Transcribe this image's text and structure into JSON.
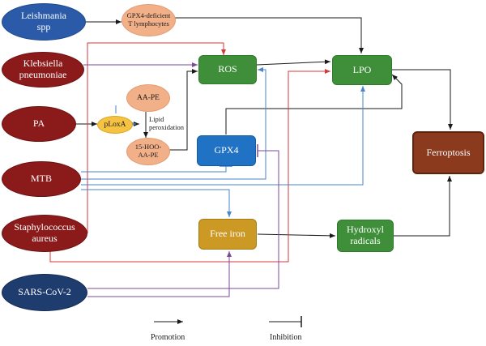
{
  "nodes": {
    "leishmania": "Leishmania spp",
    "klebsiella": "Klebsiella pneumoniae",
    "pa": "PA",
    "mtb": "MTB",
    "staph": "Staphylococcus aureus",
    "sars": "SARS-CoV-2",
    "gpx4_deficient": "GPX4-deficient T lymphocytes",
    "aape": "AA-PE",
    "hooaape": "15-HOO-AA-PE",
    "ploxa": "pLoxA",
    "ros": "ROS",
    "lpo": "LPO",
    "gpx4": "GPX4",
    "ferroptosis": "Ferroptosis",
    "free_iron": "Free iron",
    "hydroxyl": "Hydroxyl radicals"
  },
  "edge_labels": {
    "lipid_peroxidation": "Lipid peroxidation"
  },
  "legend": {
    "promotion": "Promotion",
    "inhibition": "Inhibition"
  },
  "colors": {
    "pathogen": "#8b1a1a",
    "red_line": "#d43a3a",
    "blue_line": "#4a86c8",
    "purple_line": "#7a4a9a",
    "black_line": "#1a1a1a"
  }
}
